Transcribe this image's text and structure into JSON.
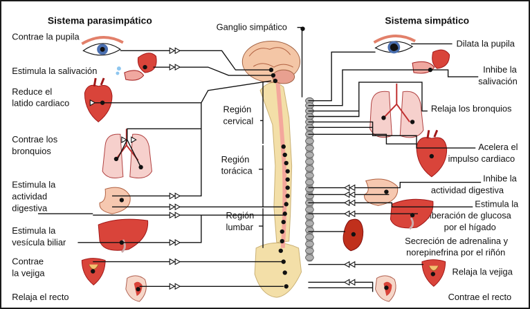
{
  "headings": {
    "parasympathetic": "Sistema parasimpático",
    "sympathetic": "Sistema simpático",
    "ganglion": "Ganglio simpático"
  },
  "regions": {
    "cervical": [
      "Región",
      "cervical"
    ],
    "thoracic": [
      "Región",
      "torácica"
    ],
    "lumbar": [
      "Región",
      "lumbar"
    ]
  },
  "parasympathetic_effects": [
    {
      "lines": [
        "Contrae la pupila"
      ],
      "organ": "eye-icon"
    },
    {
      "lines": [
        "Estimula la salivación"
      ],
      "organ": "salivary-gland-icon"
    },
    {
      "lines": [
        "Reduce el",
        "latido cardiaco"
      ],
      "organ": "heart-icon"
    },
    {
      "lines": [
        "Contrae los",
        "bronquios"
      ],
      "organ": "lungs-icon"
    },
    {
      "lines": [
        "Estimula la",
        "actividad",
        "digestiva"
      ],
      "organ": "stomach-icon"
    },
    {
      "lines": [
        "Estimula la",
        "vesícula biliar"
      ],
      "organ": "liver-icon"
    },
    {
      "lines": [
        "Contrae",
        "la vejiga"
      ],
      "organ": "bladder-icon"
    },
    {
      "lines": [
        "Relaja el recto"
      ],
      "organ": "rectum-icon"
    }
  ],
  "sympathetic_effects": [
    {
      "lines": [
        "Dilata la pupila"
      ],
      "organ": "eye-icon"
    },
    {
      "lines": [
        "Inhibe la",
        "salivación"
      ],
      "organ": "salivary-gland-icon"
    },
    {
      "lines": [
        "Relaja los bronquios"
      ],
      "organ": "lungs-icon"
    },
    {
      "lines": [
        "Acelera el",
        "impulso cardiaco"
      ],
      "organ": "heart-icon"
    },
    {
      "lines": [
        "Inhibe la",
        "actividad digestiva"
      ],
      "organ": "stomach-icon"
    },
    {
      "lines": [
        "Estimula la",
        "liberación de glucosa",
        "por el hígado"
      ],
      "organ": "liver-icon"
    },
    {
      "lines": [
        "Secreción de adrenalina y",
        "norepinefrina por el riñón"
      ],
      "organ": "kidney-icon"
    },
    {
      "lines": [
        "Relaja la vejiga"
      ],
      "organ": "bladder-icon"
    },
    {
      "lines": [
        "Contrae el recto"
      ],
      "organ": "rectum-icon"
    }
  ],
  "colors": {
    "organ_red": "#d9443a",
    "organ_pink": "#f0a8a0",
    "spinal_cord": "#f4a79c",
    "vertebrae": "#f3dfa8",
    "ganglion_chain": "#9a9a9a",
    "wire": "#111111"
  }
}
